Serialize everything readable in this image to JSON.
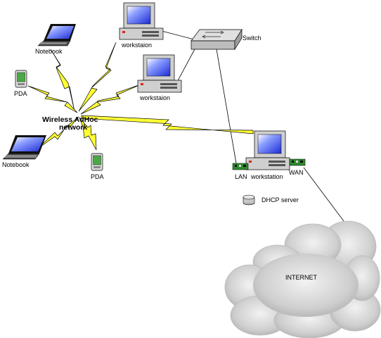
{
  "network": {
    "center_label_line1": "Wireless AdHoc",
    "center_label_line2": "network"
  },
  "devices": {
    "notebook_top": "Notebook",
    "pda_left": "PDA",
    "notebook_bottom": "Notebook",
    "pda_bottom": "PDA",
    "workstation_top": "workstaion",
    "workstation_mid": "workstaion",
    "switch": "Switch",
    "gateway_workstation": "workstation",
    "lan_nic": "LAN",
    "wan_nic": "WAN",
    "dhcp_server": "DHCP server",
    "internet": "INTERNET"
  },
  "colors": {
    "lightning": "#ffff33",
    "screen": "#2233dd",
    "pda_screen": "#4ba845",
    "nic": "#2d8a2d",
    "cloud": "#c9c9c9",
    "case": "#cfcfcf"
  }
}
